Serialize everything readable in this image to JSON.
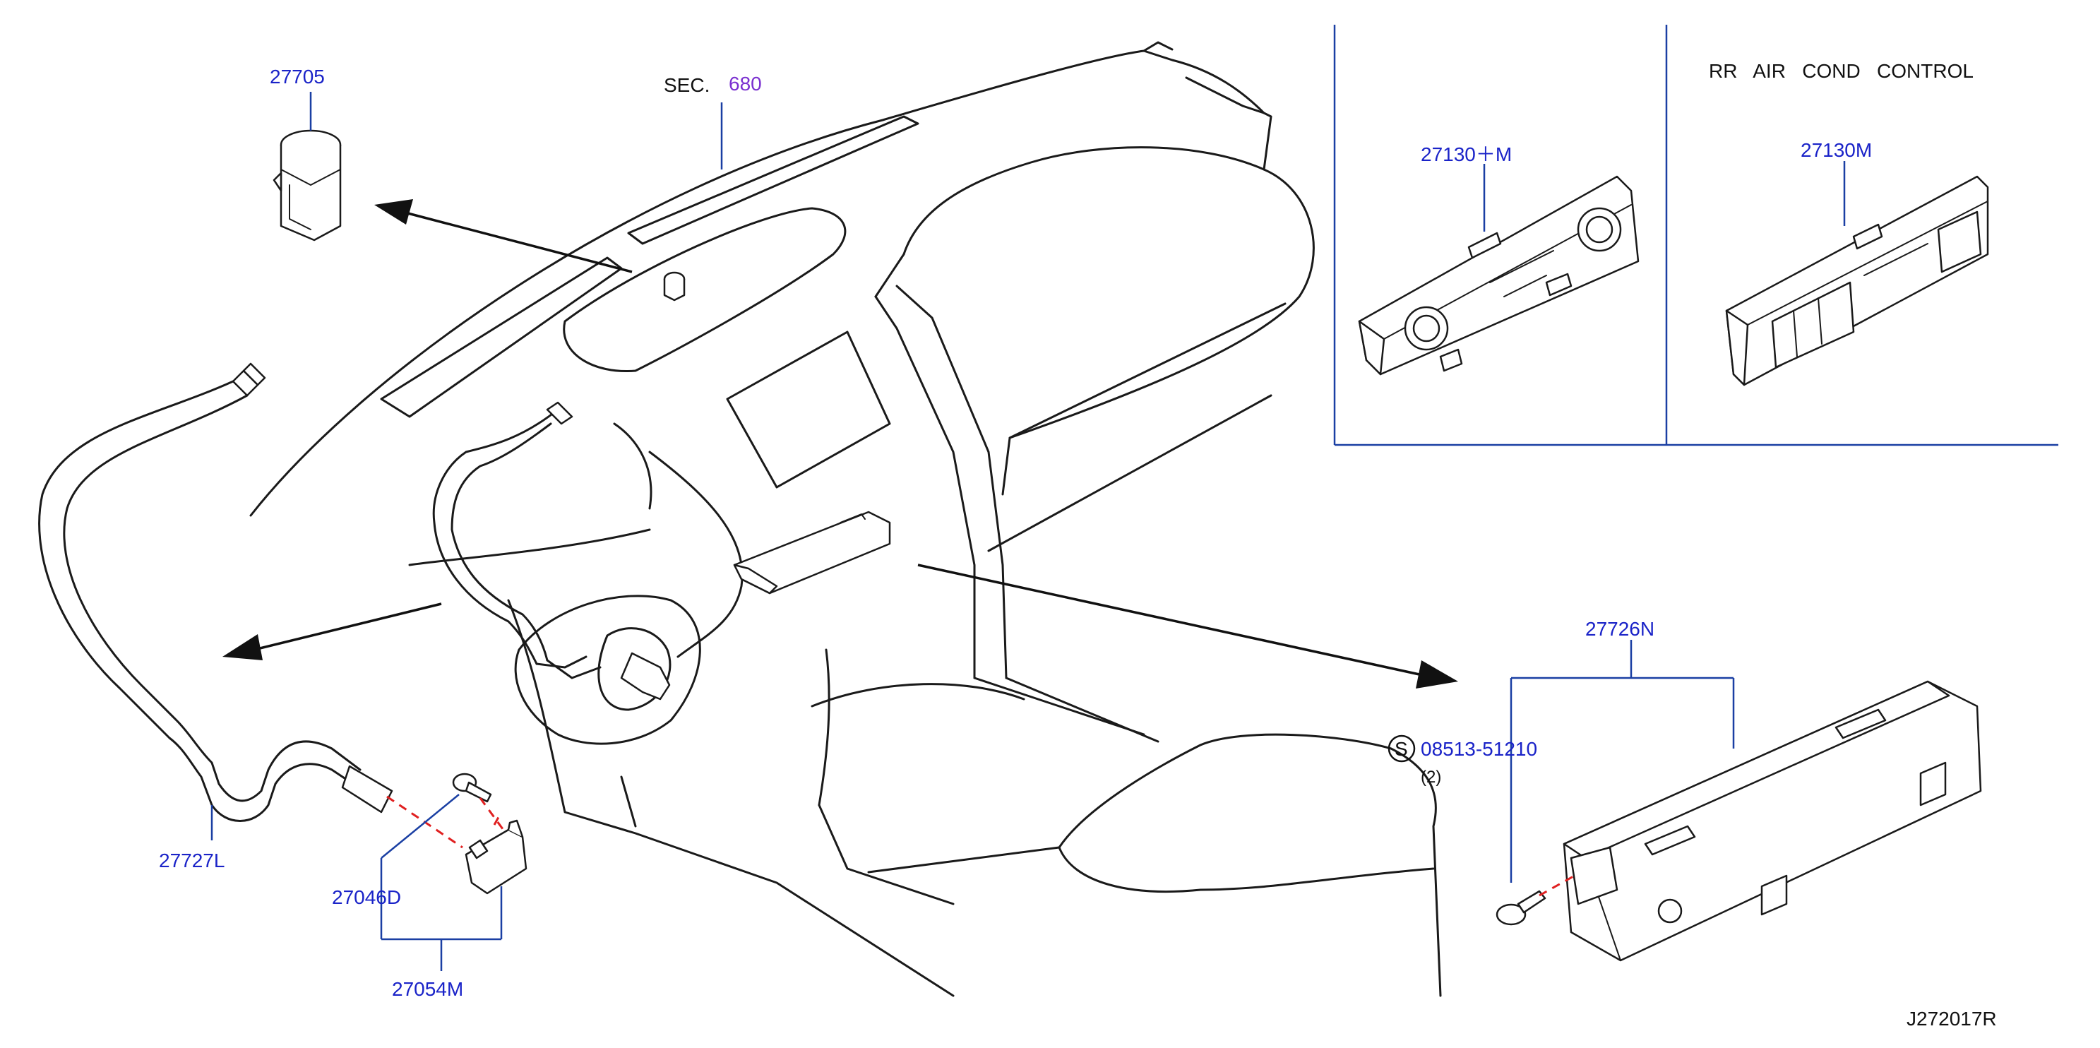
{
  "colors": {
    "part_number": "#1a23c8",
    "leader_line": "#1a3fa3",
    "section_ref": "#7a2fd0",
    "fastener_path": "#e02020",
    "line_art": "#1a1a1a"
  },
  "section_ref": {
    "prefix": "SEC.",
    "number": "680"
  },
  "inset_title": "RR   AIR   COND   CONTROL",
  "part_numbers": {
    "p27705": "27705",
    "p27130_plus_m": "27130＋M",
    "p27130m": "27130M",
    "p27726n": "27726N",
    "p27727l": "27727L",
    "p27046d": "27046D",
    "p27054m": "27054M",
    "screw": "08513-51210"
  },
  "screw_symbol": "S",
  "screw_qty": "(2)",
  "drawing_id": "J272017R"
}
